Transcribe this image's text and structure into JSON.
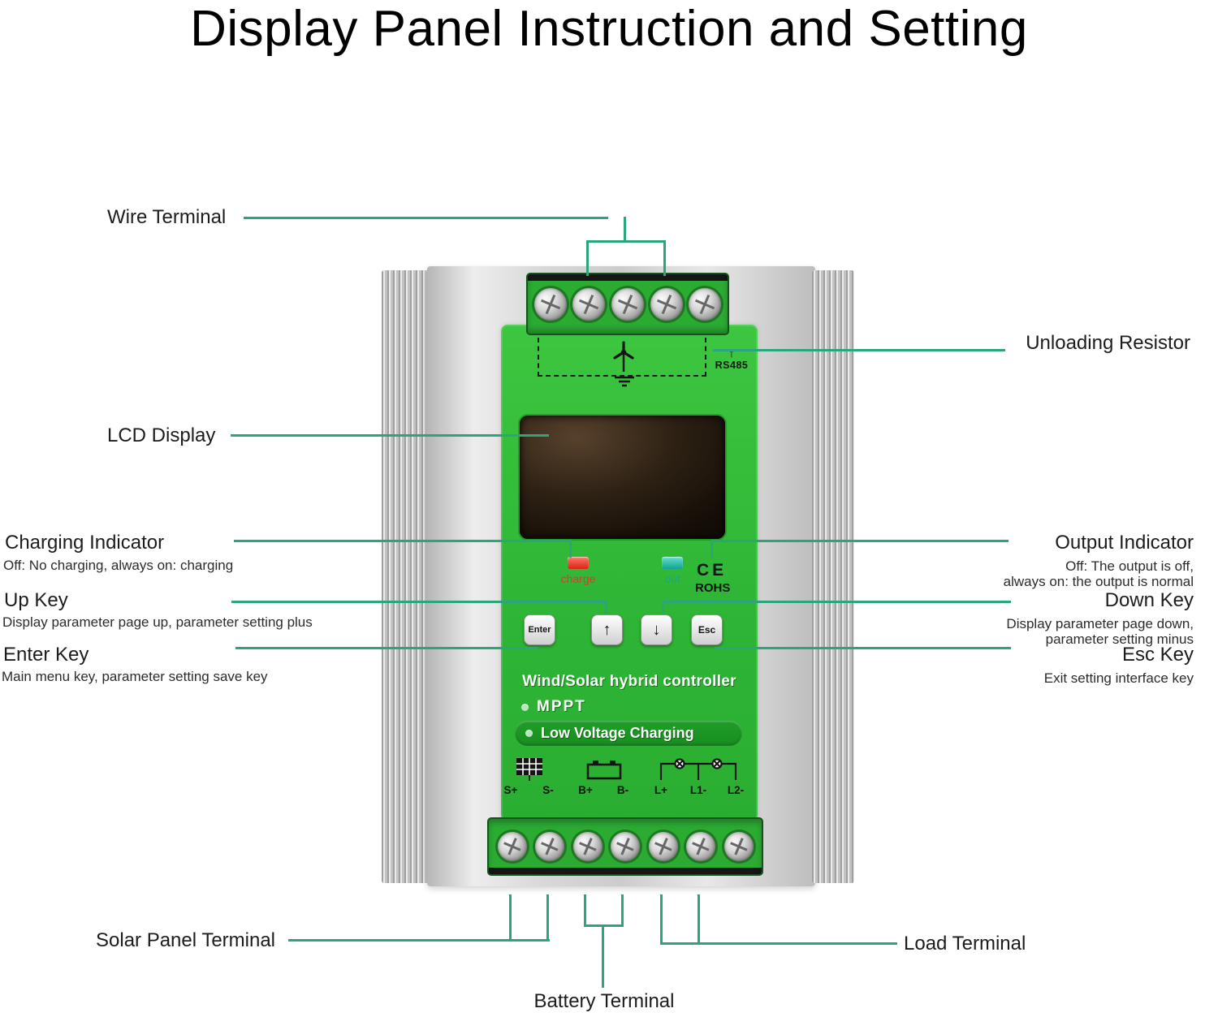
{
  "title": "Display Panel Instruction and Setting",
  "callouts": {
    "wire_terminal": "Wire Terminal",
    "unloading_resistor": "Unloading Resistor",
    "lcd_display": "LCD Display",
    "charging_indicator": {
      "title": "Charging Indicator",
      "desc": "Off: No charging, always on: charging"
    },
    "up_key": {
      "title": "Up Key",
      "desc": "Display parameter page up, parameter setting plus"
    },
    "enter_key": {
      "title": "Enter Key",
      "desc": "Main menu key, parameter setting save key"
    },
    "output_indicator": {
      "title": "Output Indicator",
      "desc_line1": "Off: The output is off,",
      "desc_line2": "always on: the output is normal"
    },
    "down_key": {
      "title": "Down Key",
      "desc_line1": "Display parameter page down,",
      "desc_line2": "parameter setting minus"
    },
    "esc_key": {
      "title": "Esc Key",
      "desc": "Exit setting interface key"
    },
    "solar_panel_terminal": "Solar Panel Terminal",
    "load_terminal": "Load Terminal",
    "battery_terminal": "Battery Terminal"
  },
  "device": {
    "rs485_arrow": "↑",
    "rs485_label": "RS485",
    "charge_label": "charge",
    "out_label": "out",
    "ce_mark": "CE",
    "rohs_mark": "ROHS",
    "keys": {
      "enter": "Enter",
      "up": "↑",
      "down": "↓",
      "esc": "Esc"
    },
    "product_name": "Wind/Solar hybrid controller",
    "badge_mppt": "MPPT",
    "badge_low_voltage": "Low Voltage Charging",
    "terminals": [
      "S+",
      "S-",
      "B+",
      "B-",
      "L+",
      "L1-",
      "L2-"
    ]
  },
  "colors": {
    "callout_line": "#2aa57c",
    "panel_green": "#34bd39",
    "charge_red": "#e02418",
    "out_teal": "#14a79a"
  }
}
